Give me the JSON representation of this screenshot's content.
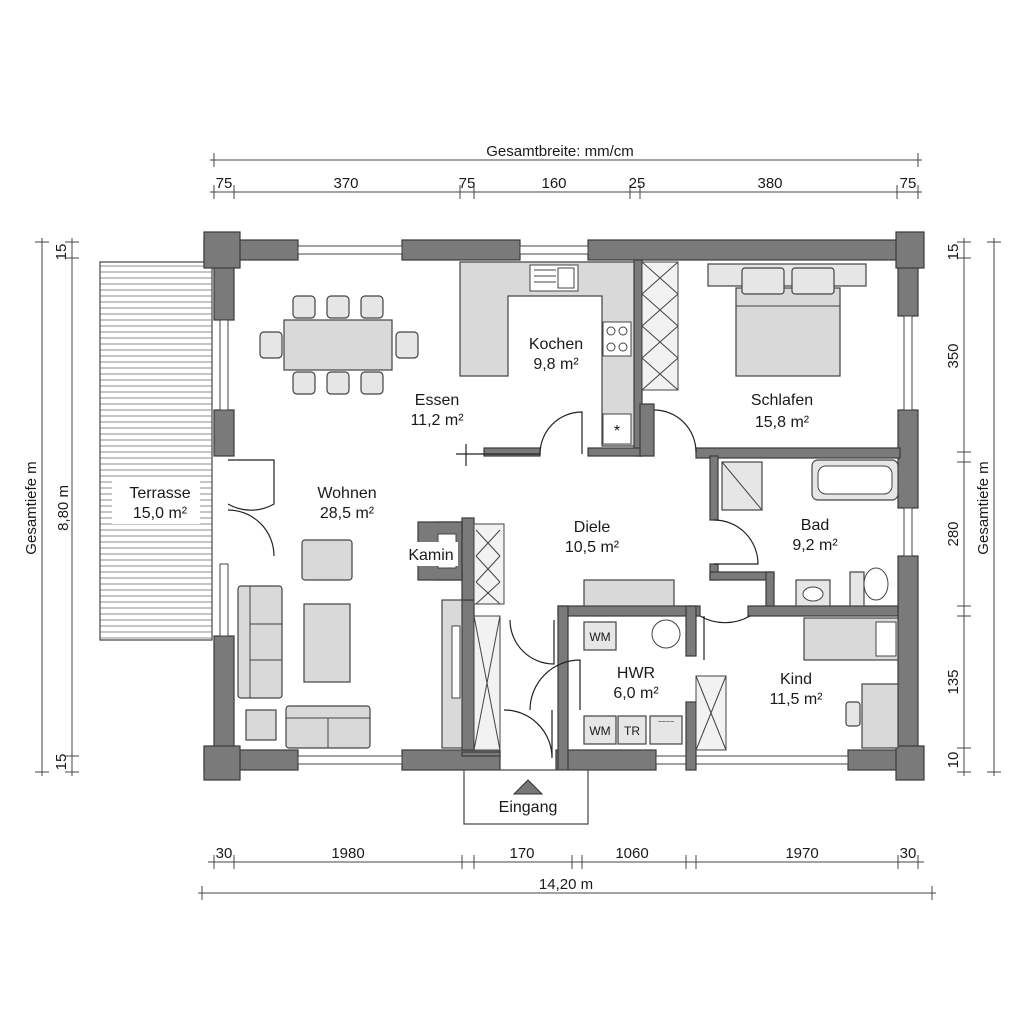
{
  "dimensions": {
    "top_title": "Gesamtbreite: mm/cm",
    "top": [
      "75",
      "370",
      "75",
      "160",
      "25",
      "380",
      "75"
    ],
    "bottom": [
      "30",
      "1980",
      "170",
      "1060",
      "1970",
      "30"
    ],
    "bottom_total": "14,20 m",
    "left_title": "Gesamtiefe  m",
    "left_total": "8,80 m",
    "left": [
      "15",
      "15"
    ],
    "right_title": "Gesamtiefe  m",
    "right": [
      "15",
      "350",
      "280",
      "135",
      "10"
    ]
  },
  "rooms": {
    "terrasse": {
      "name": "Terrasse",
      "area": "15,0 m²"
    },
    "essen": {
      "name": "Essen",
      "area": "11,2 m²"
    },
    "kochen": {
      "name": "Kochen",
      "area": "9,8 m²"
    },
    "schlafen": {
      "name": "Schlafen",
      "area": "15,8 m²"
    },
    "wohnen": {
      "name": "Wohnen",
      "area": "28,5 m²"
    },
    "diele": {
      "name": "Diele",
      "area": "10,5 m²"
    },
    "bad": {
      "name": "Bad",
      "area": "9,2 m²"
    },
    "hwr": {
      "name": "HWR",
      "area": "6,0 m²"
    },
    "kind": {
      "name": "Kind",
      "area": "11,5 m²"
    }
  },
  "labels": {
    "kamin": "Kamin",
    "eingang": "Eingang",
    "wm1": "WM",
    "wm2": "WM",
    "tr": "TR",
    "appliance": "~~~~"
  }
}
